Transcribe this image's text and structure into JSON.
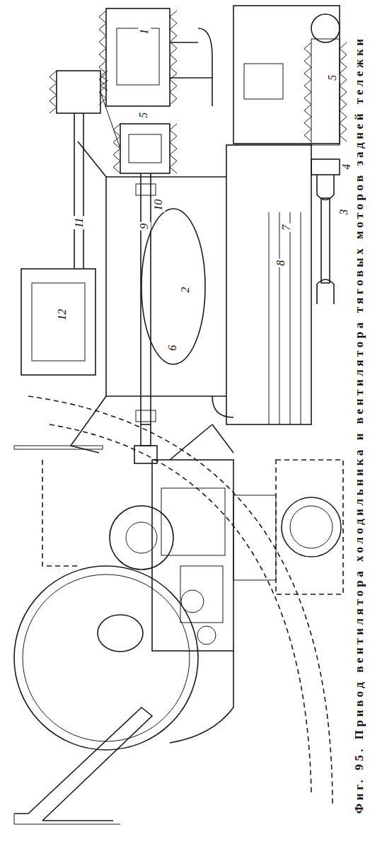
{
  "diagram": {
    "caption": "Фиг. 95. Привод вентилятора холодильника и вентилятора тяговых моторов задней тележки",
    "labels": [
      "5",
      "4",
      "3",
      "7",
      "8",
      "2",
      "6",
      "5",
      "1",
      "10",
      "9",
      "11",
      "12"
    ]
  }
}
